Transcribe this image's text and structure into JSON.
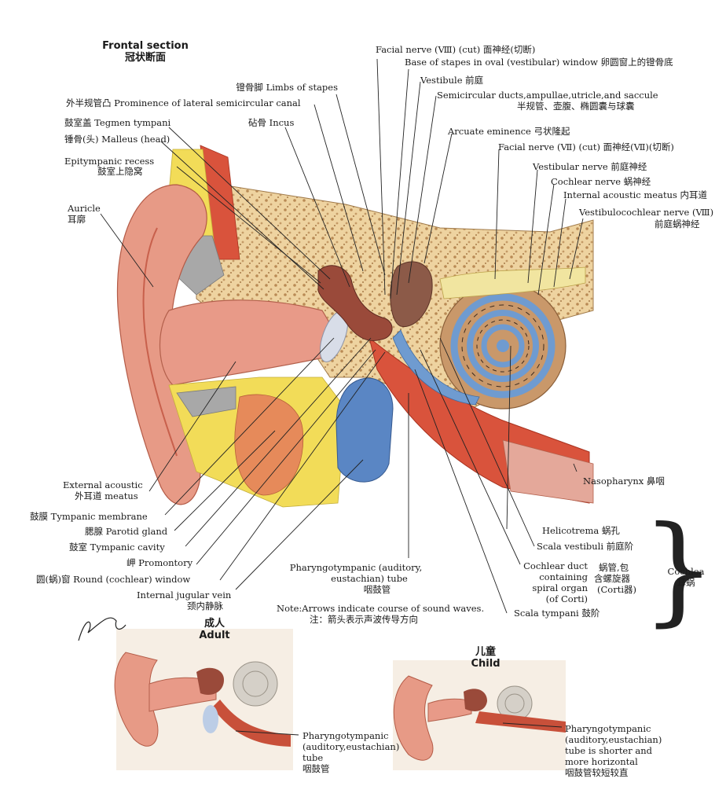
{
  "main_title": {
    "en": "Frontal section",
    "zh": "冠状断面"
  },
  "labels": {
    "facial_nerve_top": "Facial nerve (Ⅷ) (cut) 面神经(切断)",
    "base_of_stapes": "Base of stapes in oval (vestibular) window 卵圆窗上的镫骨底",
    "vestibule": "Vestibule 前庭",
    "limbs_of_stapes": "镫骨脚 Limbs of stapes",
    "prominence_lateral_canal": "外半规管凸 Prominence of lateral semicircular canal",
    "semicircular_ducts_1": "Semicircular ducts,ampullae,utricle,and saccule",
    "semicircular_ducts_2": "半规管、壶腹、椭圆囊与球囊",
    "tegmen_tympani": "鼓室盖 Tegmen tympani",
    "incus": "砧骨 Incus",
    "malleus": "锤骨(头) Malleus (head)",
    "arcuate_eminence": "Arcuate eminence 弓状隆起",
    "facial_nerve_right": "Facial nerve (Ⅶ) (cut) 面神经(Ⅶ)(切断)",
    "epitympanic_1": "Epitympanic recess",
    "epitympanic_2": "鼓室上隐窝",
    "vestibular_nerve": "Vestibular nerve 前庭神经",
    "cochlear_nerve": "Cochlear nerve 蜗神经",
    "internal_acoustic_meatus": "Internal acoustic meatus 内耳道",
    "vestibulocochlear_1": "Vestibulocochlear nerve (Ⅷ)",
    "vestibulocochlear_2": "前庭蜗神经",
    "auricle_1": "Auricle",
    "auricle_2": "耳廓",
    "external_acoustic_1": "External acoustic",
    "external_acoustic_2": "外耳道 meatus",
    "nasopharynx": "Nasopharynx 鼻咽",
    "tympanic_membrane": "鼓膜 Tympanic membrane",
    "parotid_gland": "腮腺 Parotid gland",
    "helicotrema": "Helicotrema 蜗孔",
    "tympanic_cavity": "鼓室 Tympanic cavity",
    "scala_vestibuli": "Scala vestibuli 前庭阶",
    "promontory": "岬 Promontory",
    "pharyngotympanic_1": "Pharyngotympanic (auditory,",
    "pharyngotympanic_2": "eustachian) tube",
    "pharyngotympanic_3": "咽鼓管",
    "cochlear_duct_1": "Cochlear duct",
    "cochlear_duct_2": "containing",
    "cochlear_duct_3": "spiral organ",
    "cochlear_duct_4": "(of Corti)",
    "cochlear_duct_zh_1": "蜗管,包",
    "cochlear_duct_zh_2": "含螺旋器",
    "cochlear_duct_zh_3": "(Corti器)",
    "cochlea_1": "Cochlea",
    "cochlea_2": "耳蜗",
    "round_window": "圆(蜗)窗 Round (cochlear) window",
    "internal_jugular_1": "Internal jugular vein",
    "internal_jugular_2": "颈内静脉",
    "note_1": "Note:Arrows indicate course of sound waves.",
    "note_2": "注：箭头表示声波传导方向",
    "scala_tympani": "Scala tympani 鼓阶"
  },
  "signature": "F. Netter M.D.",
  "adult": {
    "title_zh": "成人",
    "title_en": "Adult",
    "tube_1": "Pharyngotympanic",
    "tube_2": "(auditory,eustachian)",
    "tube_3": "tube",
    "tube_4": "咽鼓管"
  },
  "child": {
    "title_zh": "儿童",
    "title_en": "Child",
    "tube_1": "Pharyngotympanic",
    "tube_2": "(auditory,eustachian)",
    "tube_3": "tube is shorter and",
    "tube_4": "more horizontal",
    "tube_5": "咽鼓管较短较直"
  },
  "colors": {
    "skin": "#e79a86",
    "skin_dark": "#c8604c",
    "bone": "#f0d7a6",
    "bone_spots": "#b88a52",
    "fat": "#f2dc58",
    "gray_bone": "#a8a8a8",
    "vein_blue": "#5a86c4",
    "cochlea_blue": "#6f9bd0",
    "ossicle": "#9a4a3a",
    "nerve": "#f1e5a0",
    "muscle": "#d9533c"
  }
}
